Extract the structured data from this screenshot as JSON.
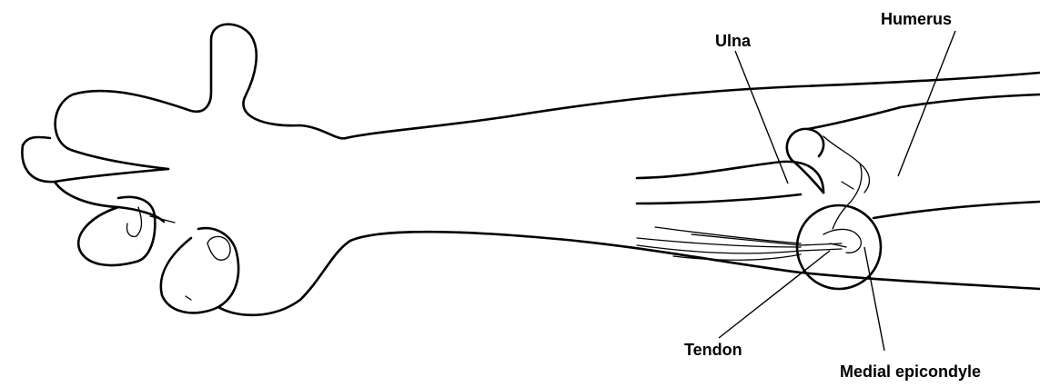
{
  "labels": {
    "humerus": "Humerus",
    "ulna": "Ulna",
    "tendon": "Tendon",
    "medial_epicondyle": "Medial epicondyle"
  },
  "colors": {
    "ink": "#000000",
    "background": "#ffffff"
  }
}
